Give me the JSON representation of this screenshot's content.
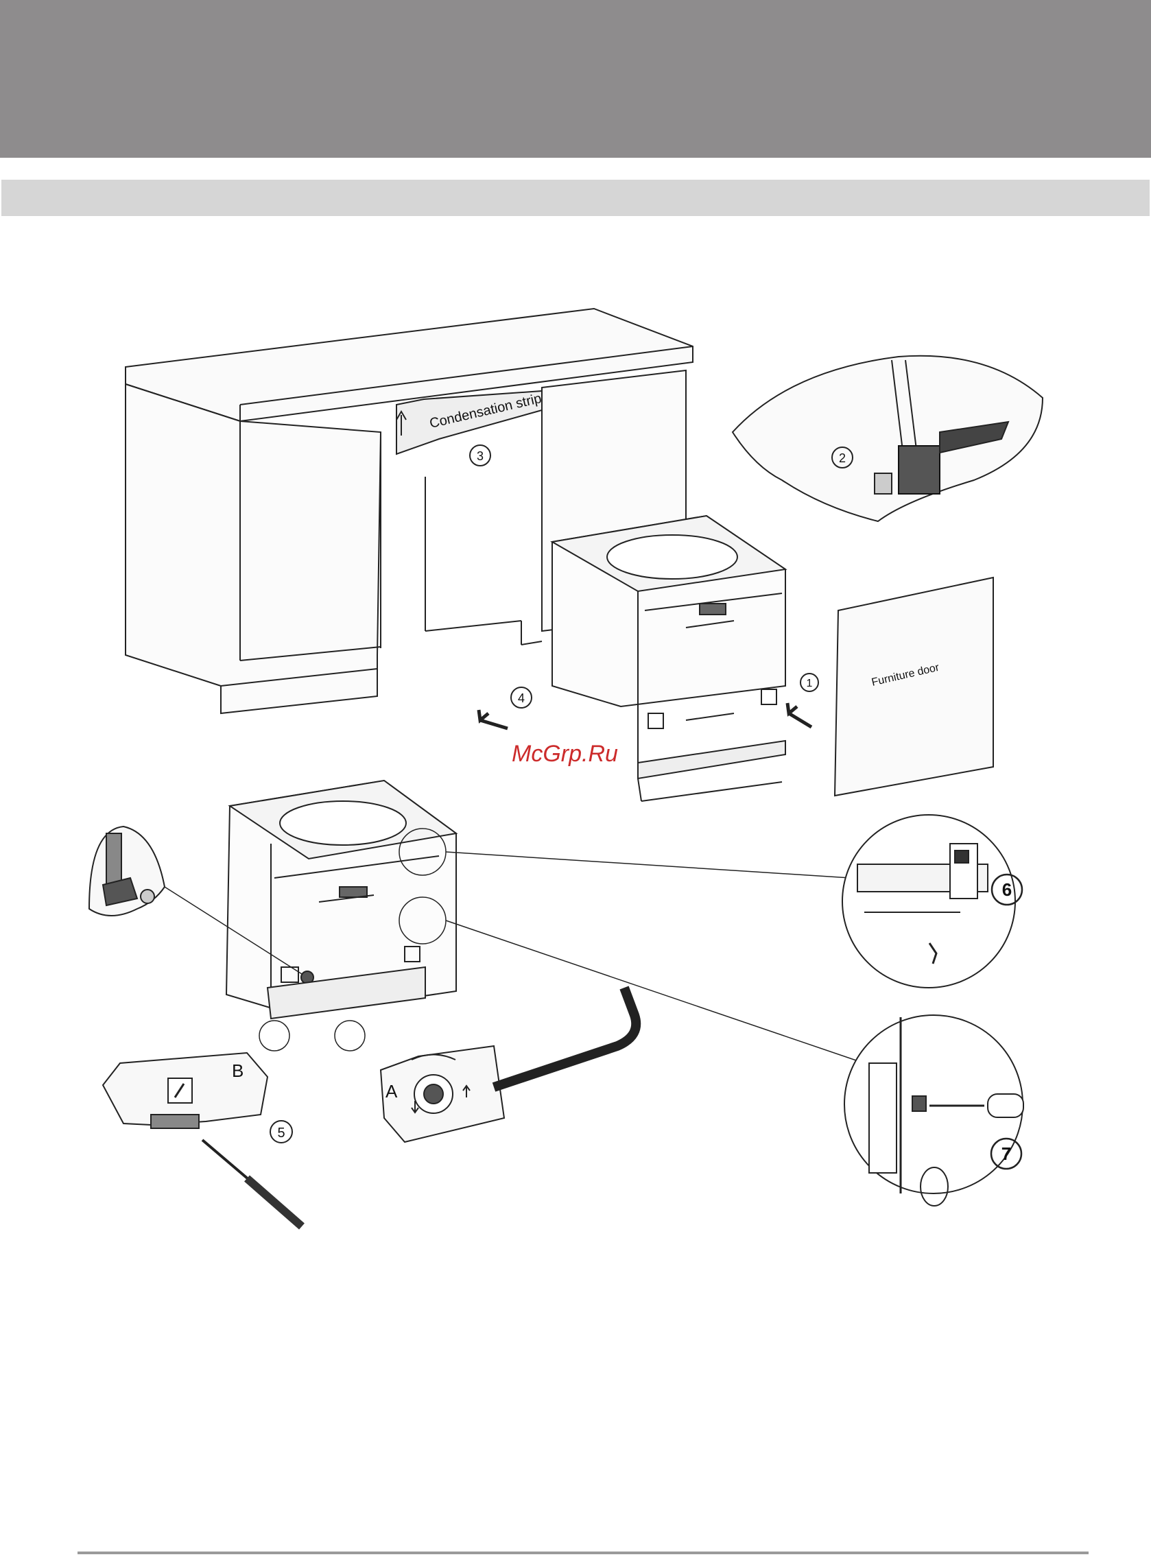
{
  "diagram": {
    "labels": {
      "condensation_strip": "Condensation strip",
      "furniture_door": "Furniture door",
      "step_1": "1",
      "step_2": "2",
      "step_3": "3",
      "step_4": "4",
      "step_5": "5",
      "step_6": "6",
      "step_7": "7",
      "detail_a": "A",
      "detail_b": "B"
    },
    "watermark": "McGrp.Ru"
  },
  "colors": {
    "header_band": "#8e8c8d",
    "sub_band": "#d6d6d6",
    "watermark": "#cc2b2b"
  }
}
